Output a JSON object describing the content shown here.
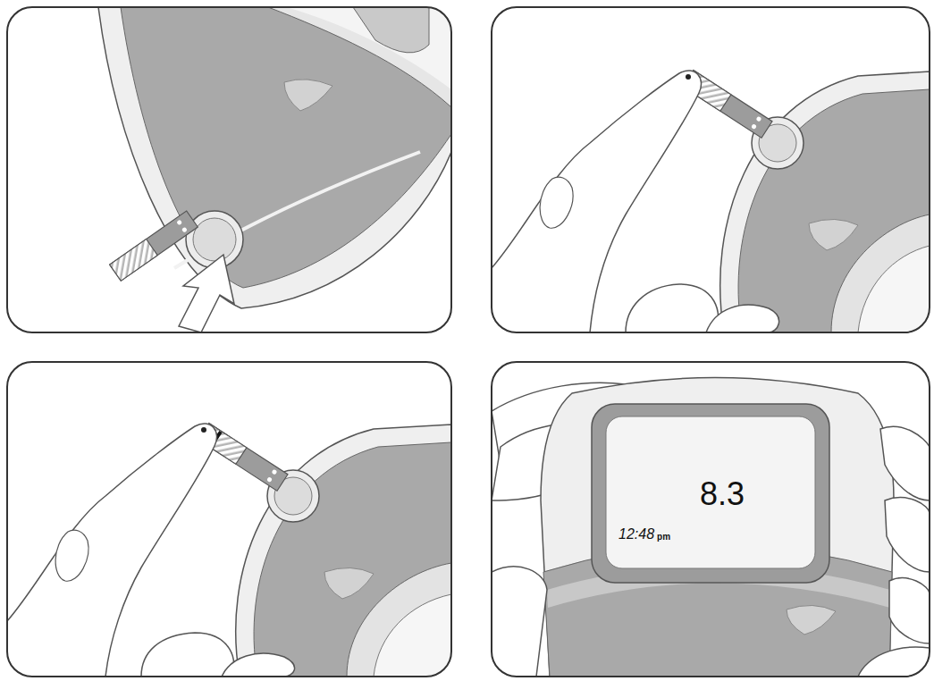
{
  "diagram": {
    "labels": [
      "8.3",
      "12:48",
      "pm"
    ]
  }
}
